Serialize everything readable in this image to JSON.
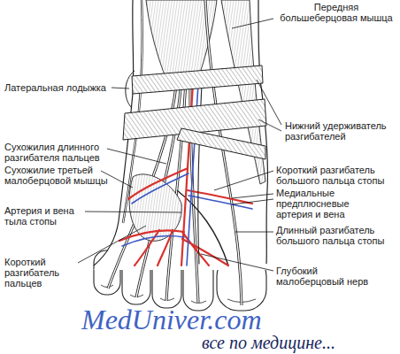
{
  "diagram": {
    "labels": [
      "Передняя большеберцовая мышца",
      "Латеральная лодыжка",
      "Нижний удерживатель разгибателей",
      "Сухожилия длинного разгибателя пальцев",
      "Сухожилие третьей малоберцовой мышцы",
      "Короткий разгибатель большого пальца стопы",
      "Артерия и вена тыла стопы",
      "Медиальные предплюсневые артерия и вена",
      "Длинный разгибатель большого пальца стопы",
      "Короткий разгибатель пальцев",
      "Глубокий малоберцовый нерв",
      "MedUniver.com",
      "все по медицине..."
    ]
  }
}
